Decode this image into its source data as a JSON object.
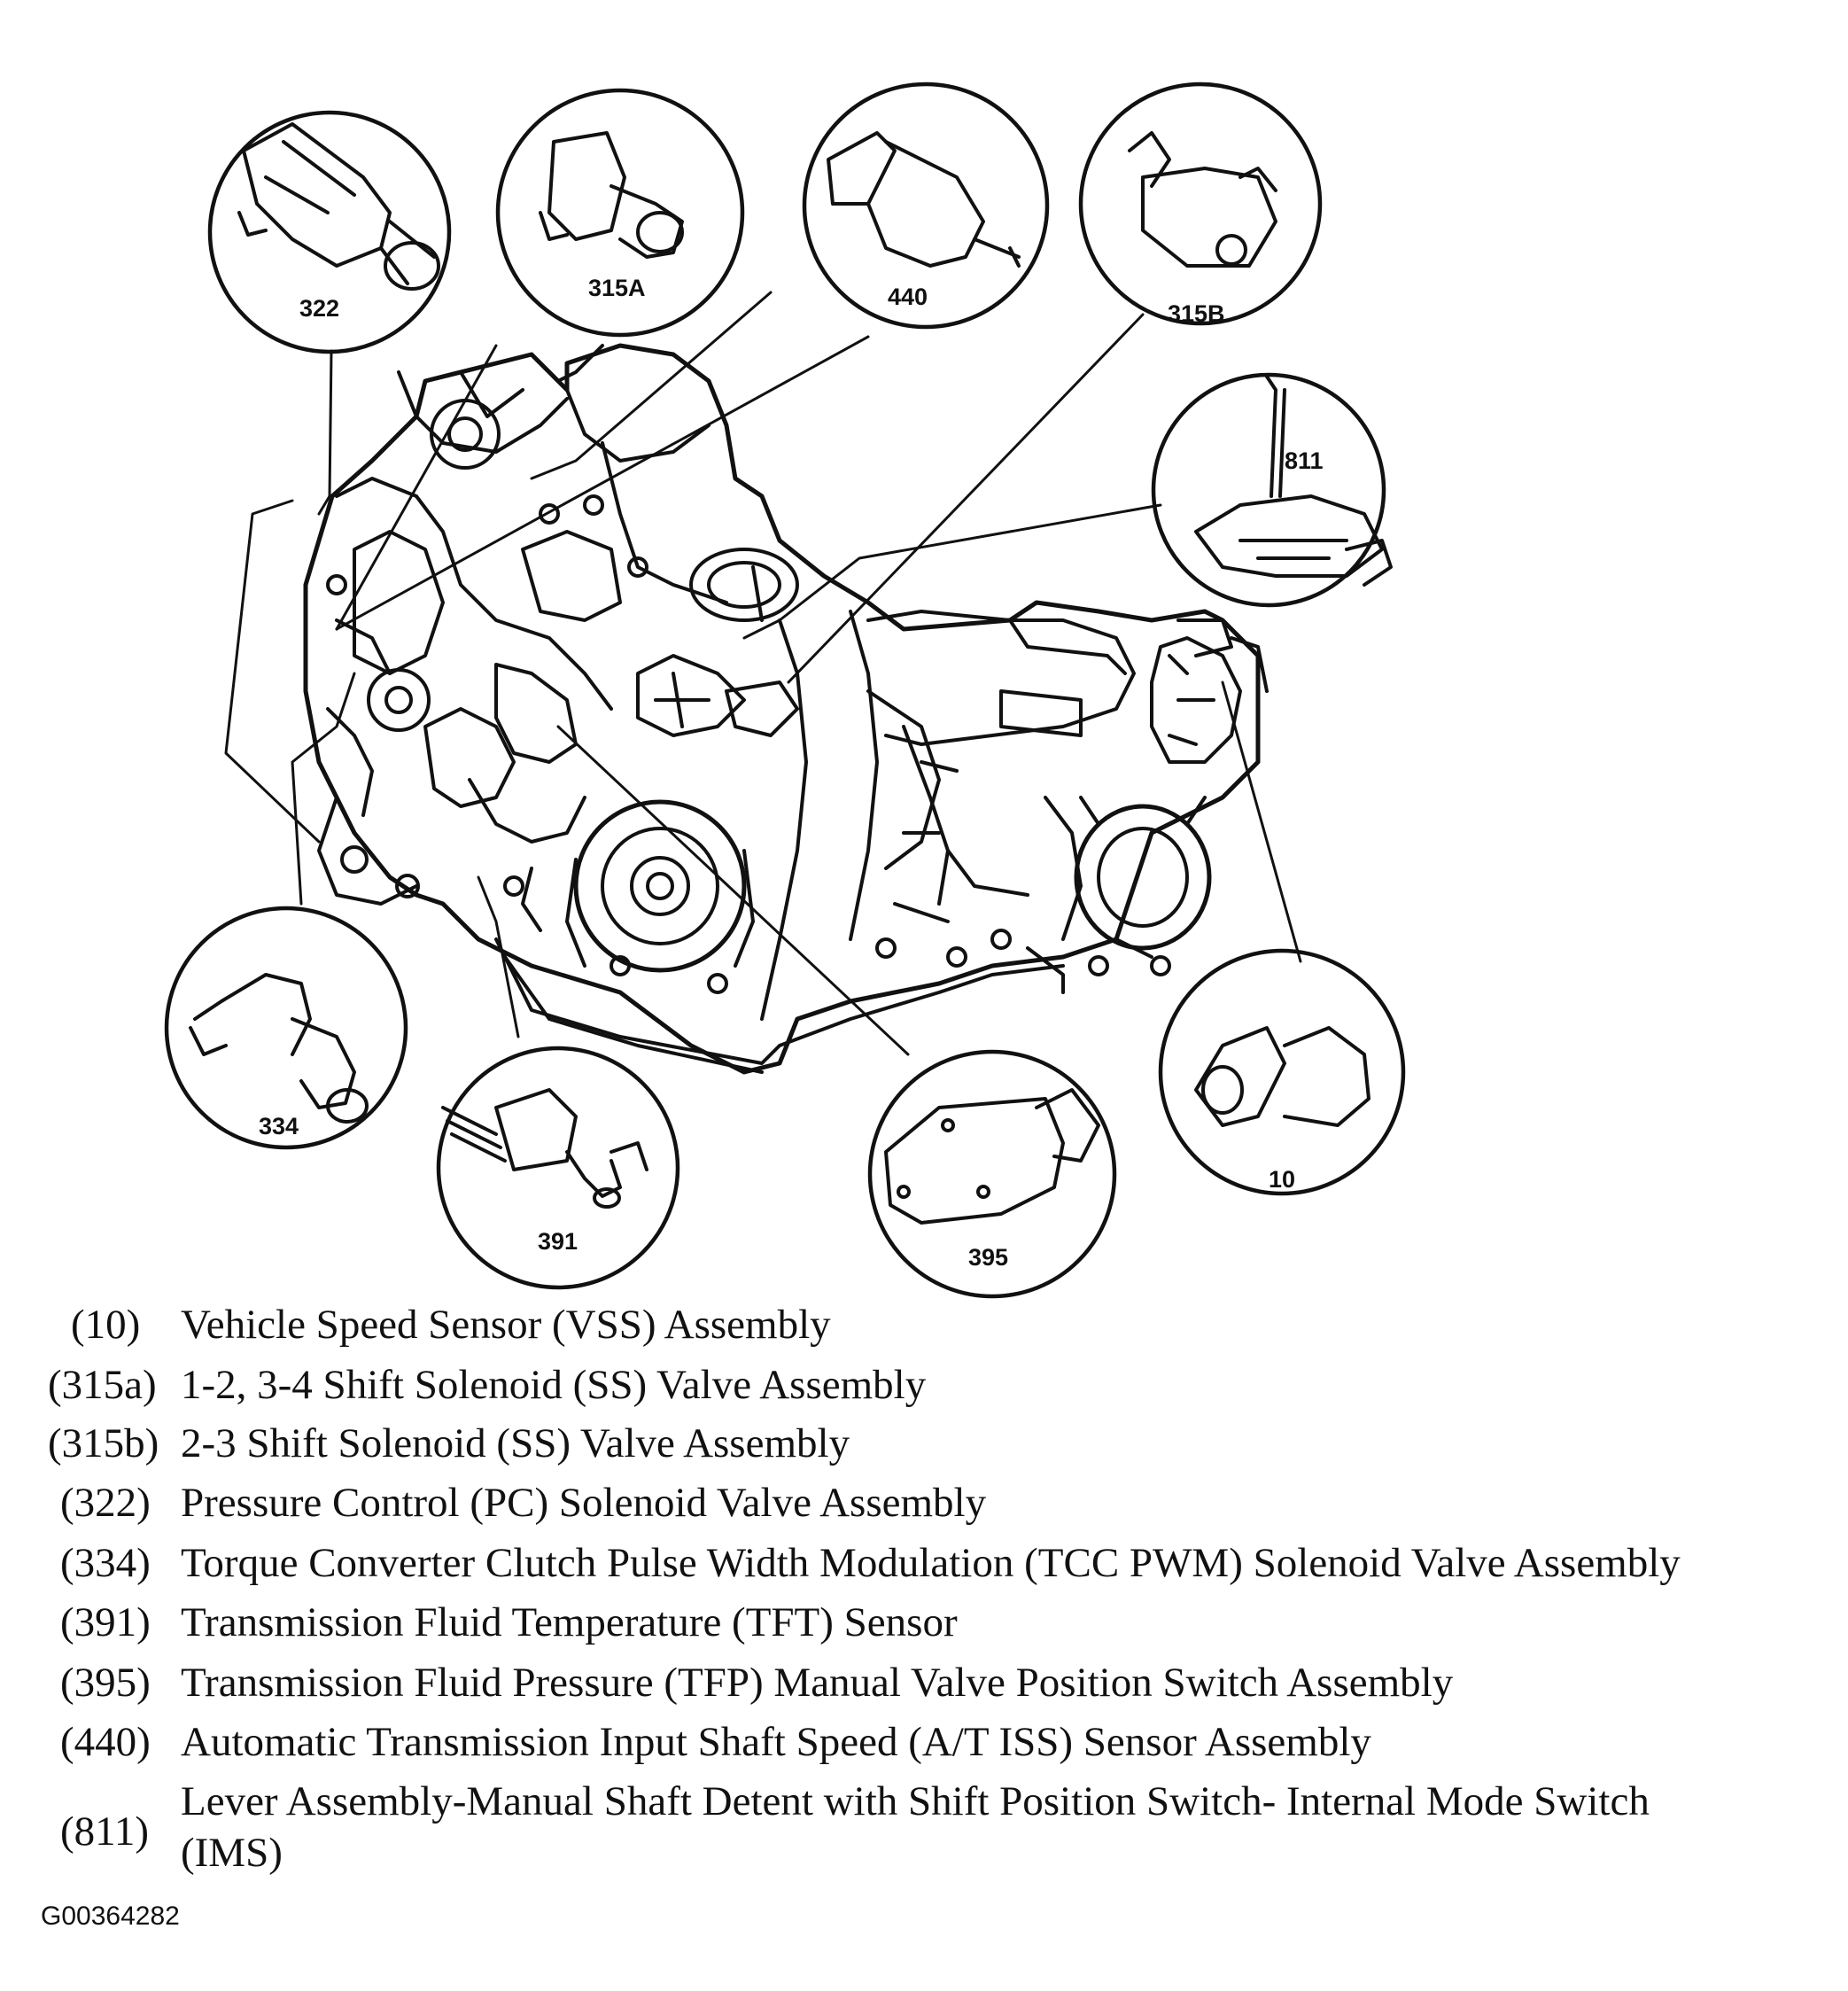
{
  "callouts": {
    "c322": "322",
    "c315a": "315A",
    "c440": "440",
    "c315b": "315B",
    "c811": "811",
    "c334": "334",
    "c391": "391",
    "c395": "395",
    "c10": "10"
  },
  "legend": [
    {
      "code": "(10)",
      "text": "Vehicle Speed Sensor (VSS) Assembly"
    },
    {
      "code": "(315a)",
      "text": "1-2, 3-4 Shift Solenoid (SS) Valve Assembly"
    },
    {
      "code": "(315b)",
      "text": "2-3 Shift Solenoid (SS) Valve Assembly"
    },
    {
      "code": "(322)",
      "text": "Pressure Control (PC) Solenoid Valve Assembly"
    },
    {
      "code": "(334)",
      "text": "Torque Converter Clutch Pulse Width Modulation (TCC PWM) Solenoid Valve Assembly"
    },
    {
      "code": "(391)",
      "text": "Transmission Fluid Temperature (TFT) Sensor"
    },
    {
      "code": "(395)",
      "text": "Transmission Fluid Pressure (TFP) Manual Valve Position Switch Assembly"
    },
    {
      "code": "(440)",
      "text": "Automatic Transmission Input Shaft Speed (A/T ISS) Sensor Assembly"
    },
    {
      "code": "(811)",
      "text": "Lever Assembly-Manual Shaft Detent with Shift Position Switch- Internal Mode Switch",
      "text2": "(IMS)"
    }
  ],
  "figure_id": "G00364282"
}
